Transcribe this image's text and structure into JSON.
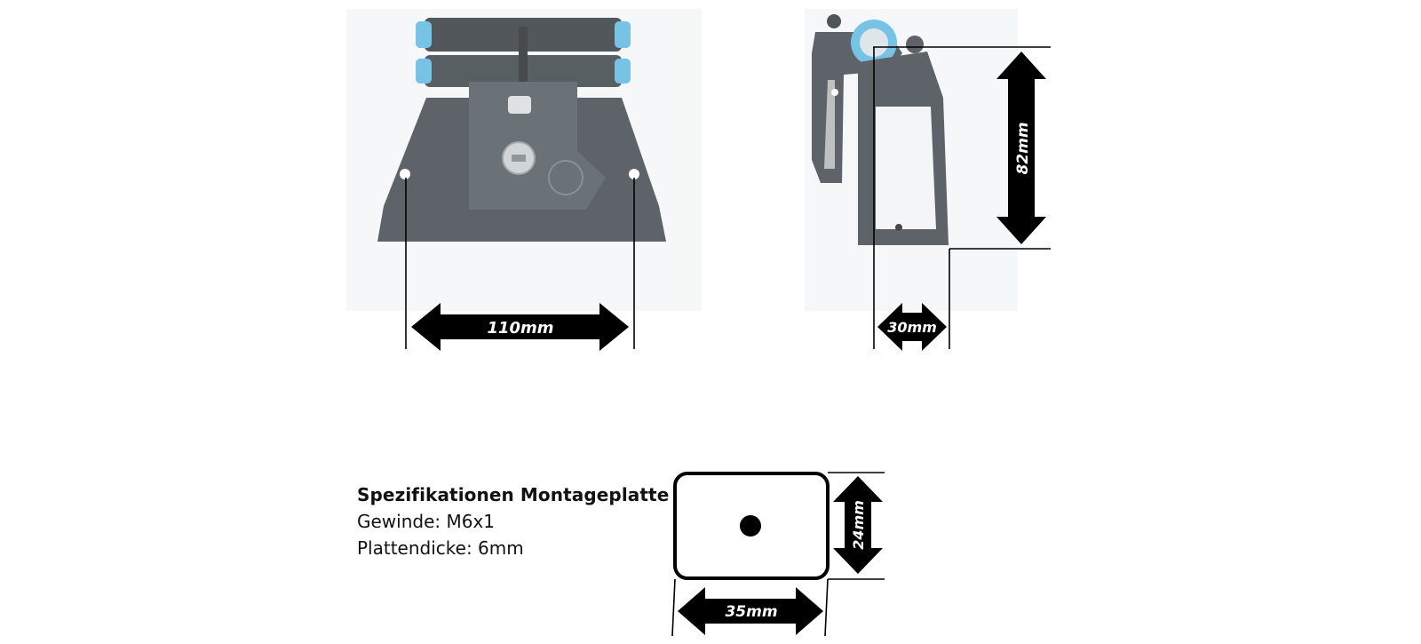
{
  "dimensions": {
    "width_front": "110mm",
    "height_side": "82mm",
    "depth_side": "30mm",
    "plate_width": "35mm",
    "plate_height": "24mm"
  },
  "specs": {
    "title": "Spezifikationen Montageplatte",
    "thread": "Gewinde: M6x1",
    "thickness": "Plattendicke: 6mm"
  },
  "colors": {
    "mount_body": "#3a4248",
    "mount_accent": "#5ab6e0",
    "arrow": "#000000"
  }
}
